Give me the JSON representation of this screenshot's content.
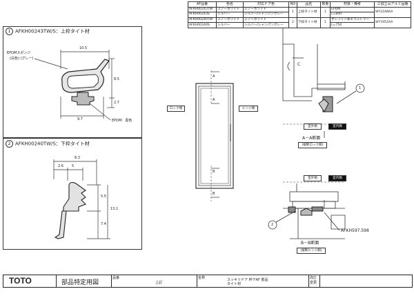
{
  "table": {
    "headers": [
      "AF品番",
      "色名",
      "対応ドア色",
      "NO",
      "品名",
      "数量",
      "材質・備考",
      "三協立山アルミ品番"
    ],
    "rows": [
      [
        "AFKH00243TW",
        "スノーホワイト",
        "スノーホワイト",
        "1",
        "上枠タイト材",
        "1",
        "EPDM",
        "WY2248AA"
      ],
      [
        "AFKH00243S",
        "シルバー",
        "シルバー/シャンパングレー",
        "",
        "",
        "",
        "L=800",
        ""
      ],
      [
        "AFKH00240TW",
        "スノーホワイト",
        "スノーホワイト",
        "2",
        "下枠タイト材",
        "1",
        "オレフィン系エラストマー",
        "WY1952AA"
      ],
      [
        "AFKH00240S",
        "シルバー",
        "シルバー/シャンパングレー",
        "",
        "",
        "",
        "L=750",
        ""
      ]
    ]
  },
  "section1": {
    "num": "1",
    "title": "AFKH00243TW/S：上枠タイト材",
    "epdm_label1": "EPDMスポンジ",
    "epdm_label2": "(白色) (グレー)",
    "epdm_black": "EPDM：黒色",
    "dim_top": "10.5",
    "dim_right": "8.5",
    "dim_small": "2.7",
    "dim_bottom": "9.7"
  },
  "section2": {
    "num": "2",
    "title": "AFKH00240TW/S：下枠タイト材",
    "dim_top": "8.3",
    "dim_a": "2.6",
    "dim_b": "5",
    "dim_c": "5.5",
    "dim_d": "13.1",
    "dim_e": "7.4"
  },
  "door": {
    "section_a": "A",
    "section_b": "B",
    "lock_side": "ロック側",
    "hinge_side": "ヒンジ側"
  },
  "section_aa": {
    "label": "A－A断面",
    "sub": "(縦断ロック側)",
    "indoor": "室外側",
    "outdoor": "室内側",
    "marker": "1",
    "symbol": "C"
  },
  "section_bb": {
    "label": "B－B断面",
    "sub": "(縦断ヒンジ側)",
    "indoor": "室外側",
    "outdoor": "室内側",
    "marker": "2",
    "part_ref": "AFKH597.598"
  },
  "footer": {
    "brand": "TOTO",
    "doc_type": "部品特定用図",
    "field_hinban": "品番",
    "hinban_value": "上記",
    "field_name": "名称",
    "name_line1": "スッキリドア 枠下AF 部品",
    "name_line2": "タイト材",
    "field_rev": "改訂",
    "field_rev2": "変更"
  },
  "colors": {
    "line": "#333333",
    "label_bg": "#111111"
  }
}
